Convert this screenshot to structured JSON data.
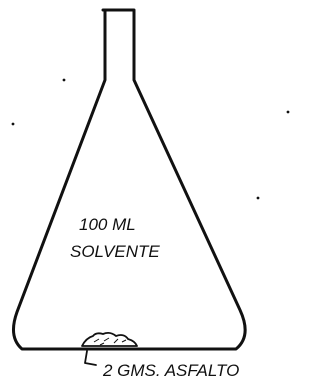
{
  "diagram": {
    "labels": {
      "volume_line1": "100 ML",
      "volume_line2": "SOLVENTE",
      "sediment": "2 GMS. ASFALTO"
    },
    "colors": {
      "ink": "#111111",
      "background": "#ffffff"
    }
  }
}
